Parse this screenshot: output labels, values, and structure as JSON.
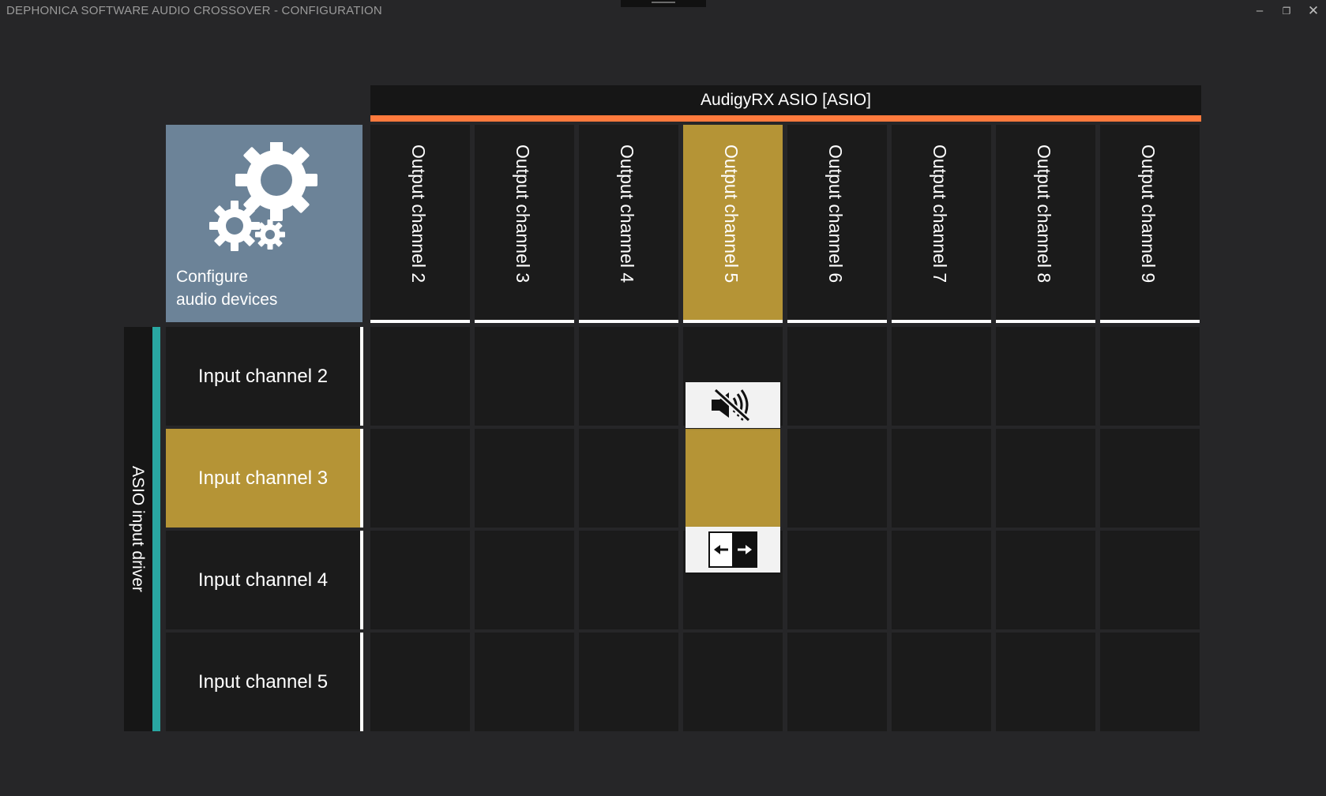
{
  "window": {
    "title": "DEPHONICA SOFTWARE AUDIO CROSSOVER - CONFIGURATION",
    "minimize_icon": "minimize-icon",
    "restore_icon": "restore-icon",
    "close_icon": "close-icon",
    "minimize_glyph": "–",
    "restore_glyph": "❐",
    "close_glyph": "✕"
  },
  "output_device": {
    "name": "AudigyRX ASIO [ASIO]",
    "accent_color": "#ff7a3d"
  },
  "config_tile": {
    "line1": "Configure",
    "line2": "audio devices",
    "icon": "gears-icon",
    "color": "#6c8398"
  },
  "input_driver": {
    "label": "ASIO input driver",
    "accent_color": "#29a7a2"
  },
  "outputs": [
    {
      "label": "Output channel 2",
      "selected": false
    },
    {
      "label": "Output channel 3",
      "selected": false
    },
    {
      "label": "Output channel 4",
      "selected": false
    },
    {
      "label": "Output channel 5",
      "selected": true
    },
    {
      "label": "Output channel 6",
      "selected": false
    },
    {
      "label": "Output channel 7",
      "selected": false
    },
    {
      "label": "Output channel 8",
      "selected": false
    },
    {
      "label": "Output channel 9",
      "selected": false
    }
  ],
  "inputs": [
    {
      "label": "Input channel 2",
      "selected": false
    },
    {
      "label": "Input channel 3",
      "selected": true
    },
    {
      "label": "Input channel 4",
      "selected": false
    },
    {
      "label": "Input channel 5",
      "selected": false
    }
  ],
  "selection": {
    "input": "Input channel 3",
    "output": "Output channel 5"
  },
  "actions": {
    "mute_icon": "speaker-mute-icon",
    "swap_icon": "swap-arrows-icon"
  },
  "colors": {
    "background": "#262628",
    "cell": "#1b1b1b",
    "selected": "#b59436"
  }
}
